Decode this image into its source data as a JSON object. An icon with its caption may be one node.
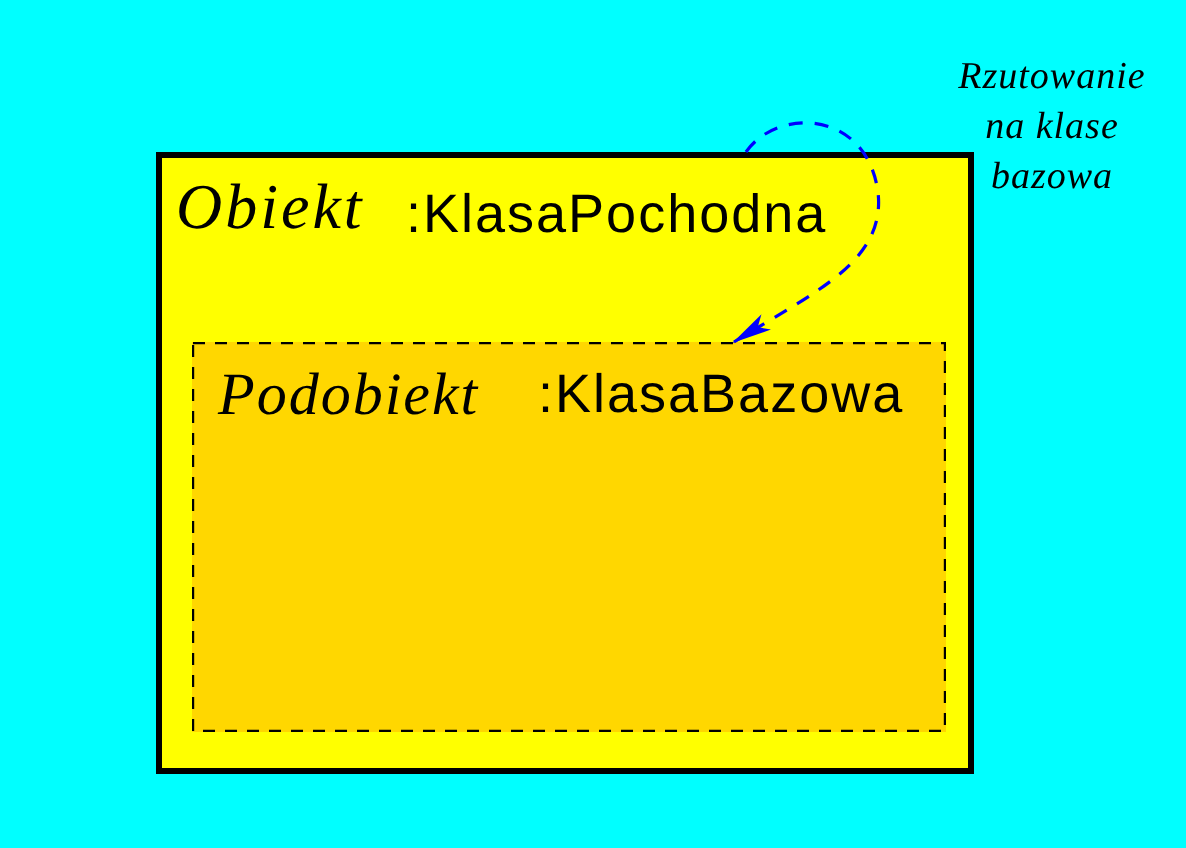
{
  "diagram": {
    "nodes": [
      {
        "text": [
          "Obiekt",
          ":KlasaPochodna"
        ]
      },
      {
        "text": [
          "Podobiekt",
          ":KlasaBazowa"
        ],
        "in": 0
      }
    ],
    "edges": [
      {
        "from": 0,
        "to": 1,
        "arrow": "to",
        "label": "Rzutowanie na klase bazowa",
        "style": "dashed",
        "color": "#0000ff"
      }
    ]
  }
}
